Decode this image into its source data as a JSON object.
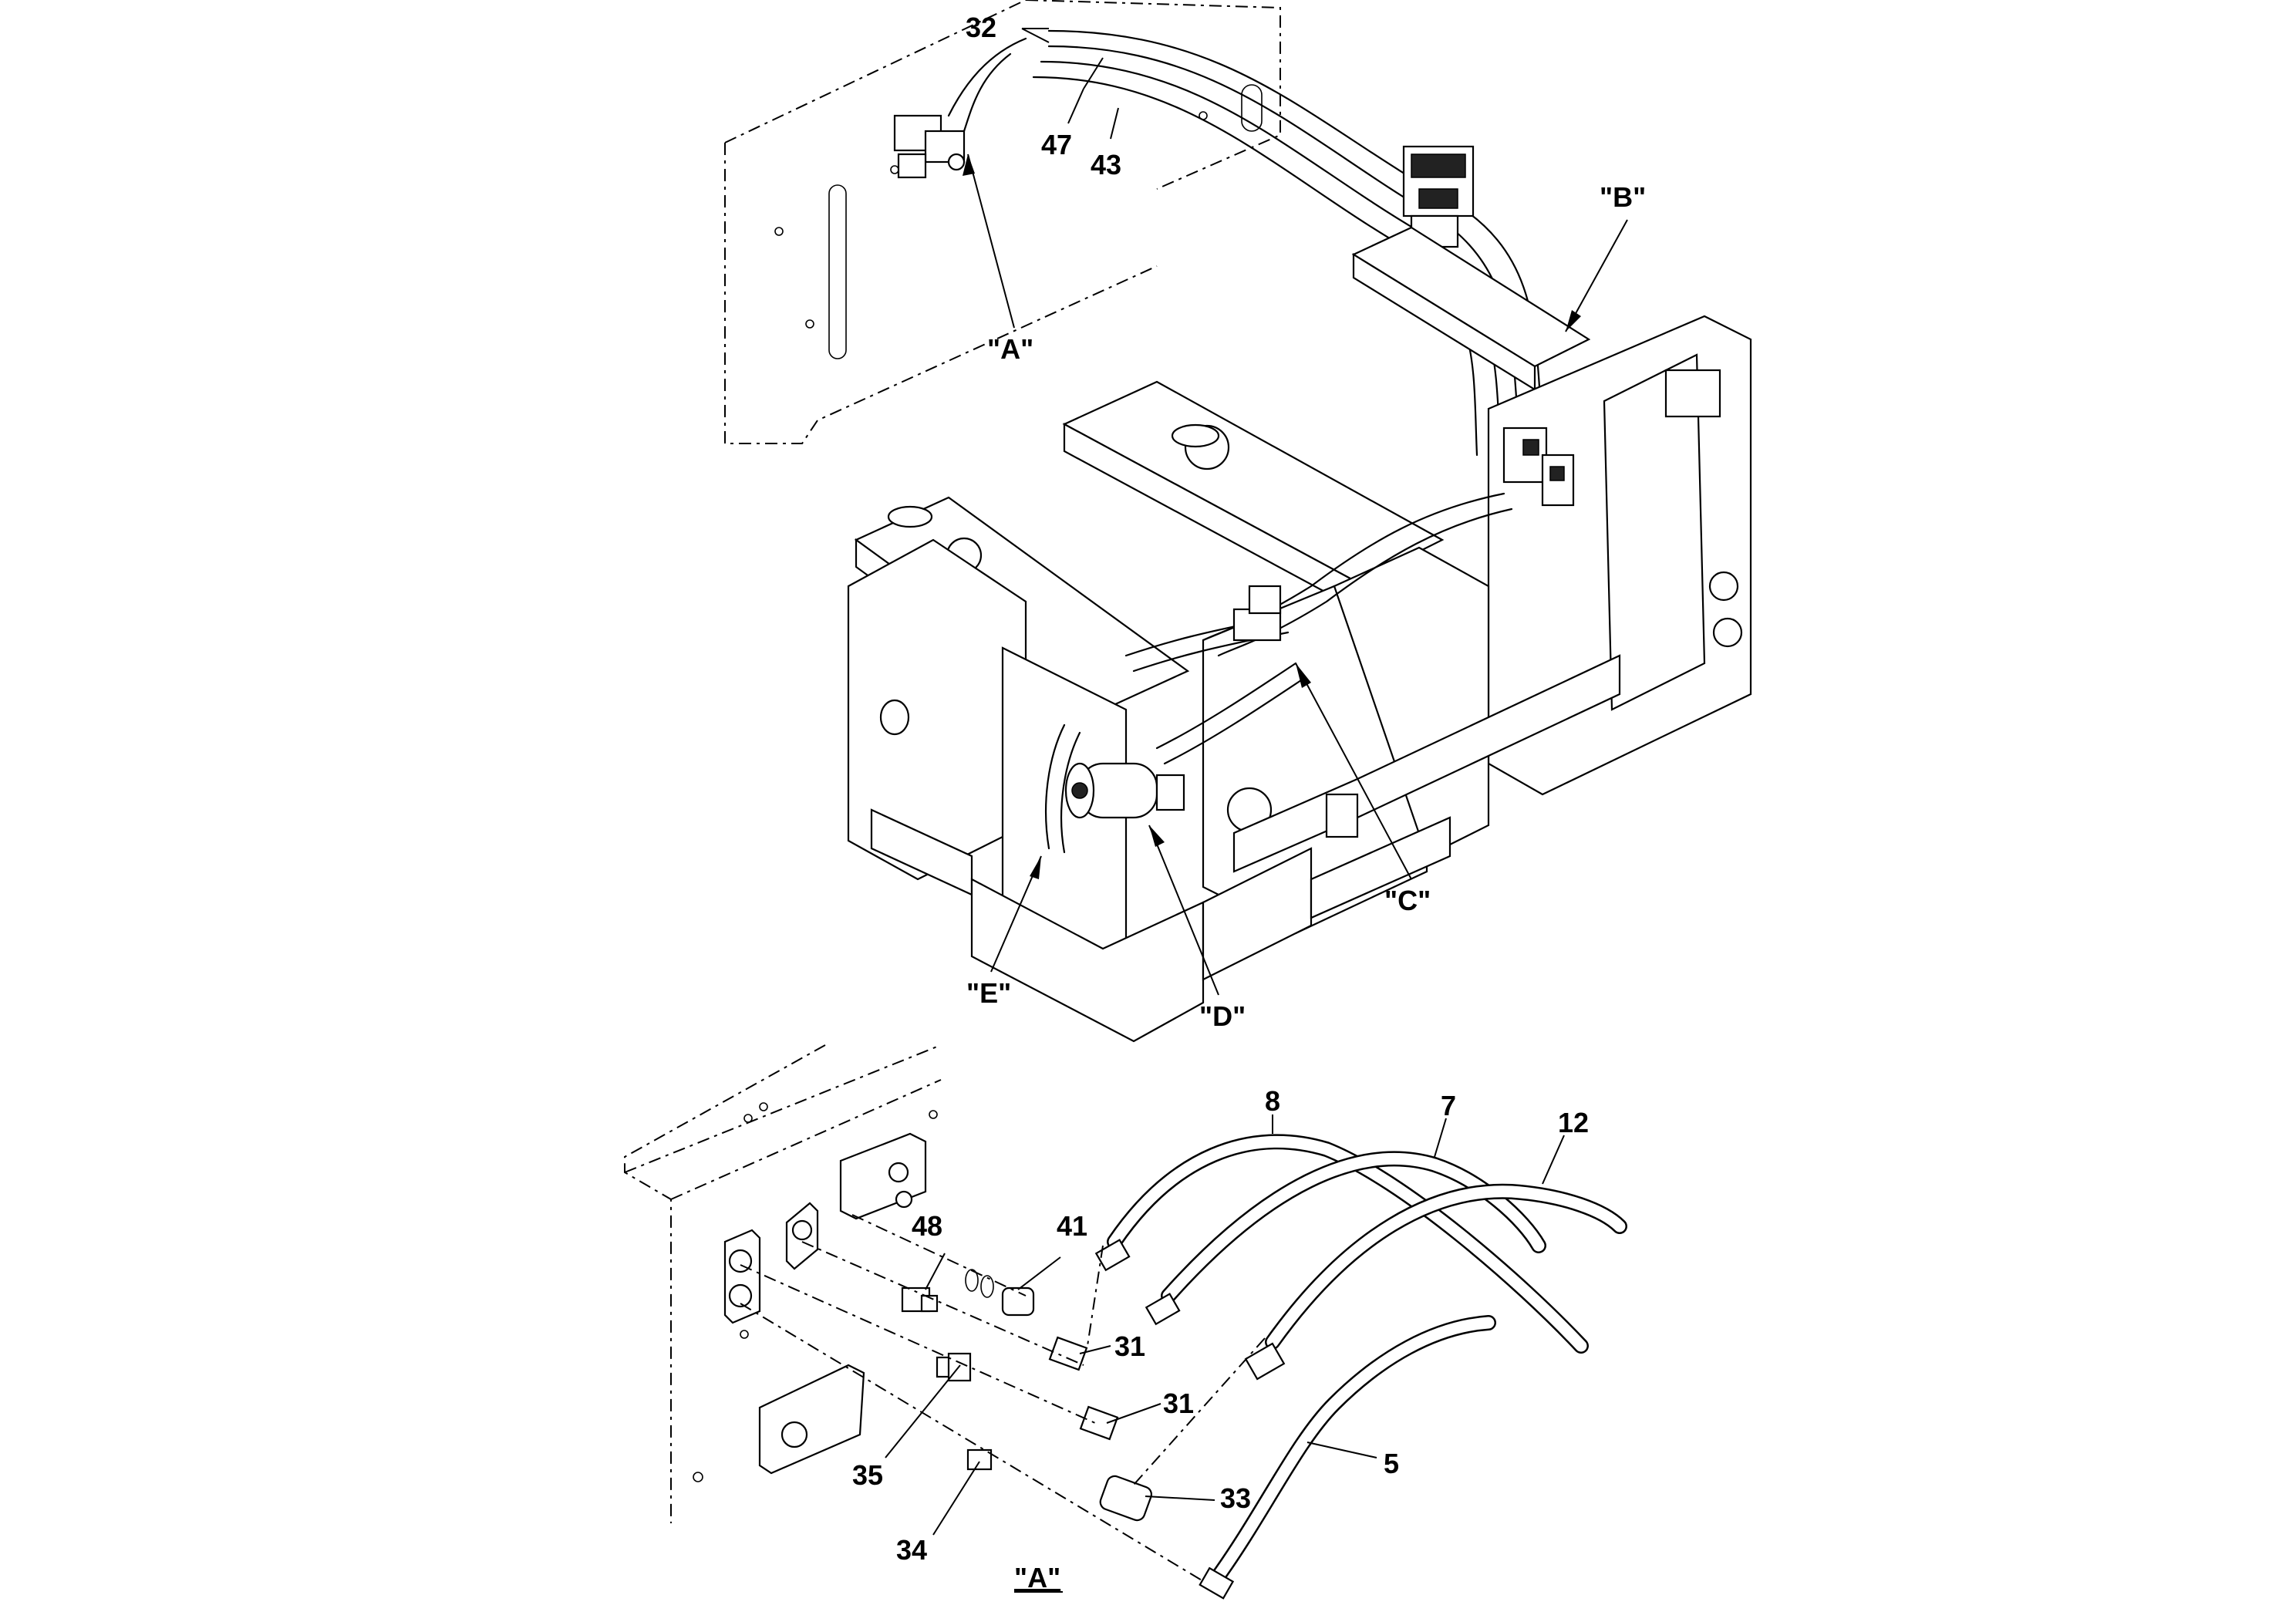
{
  "callouts_top": {
    "c32": "32",
    "c47": "47",
    "c43": "43",
    "A": "\"A\"",
    "B": "\"B\"",
    "C": "\"C\"",
    "D": "\"D\"",
    "E": "\"E\""
  },
  "callouts_detail": {
    "c8": "8",
    "c7": "7",
    "c12": "12",
    "c48": "48",
    "c41": "41",
    "c31a": "31",
    "c31b": "31",
    "c5": "5",
    "c33": "33",
    "c35": "35",
    "c34": "34"
  },
  "detail_view_label": "\"A\""
}
